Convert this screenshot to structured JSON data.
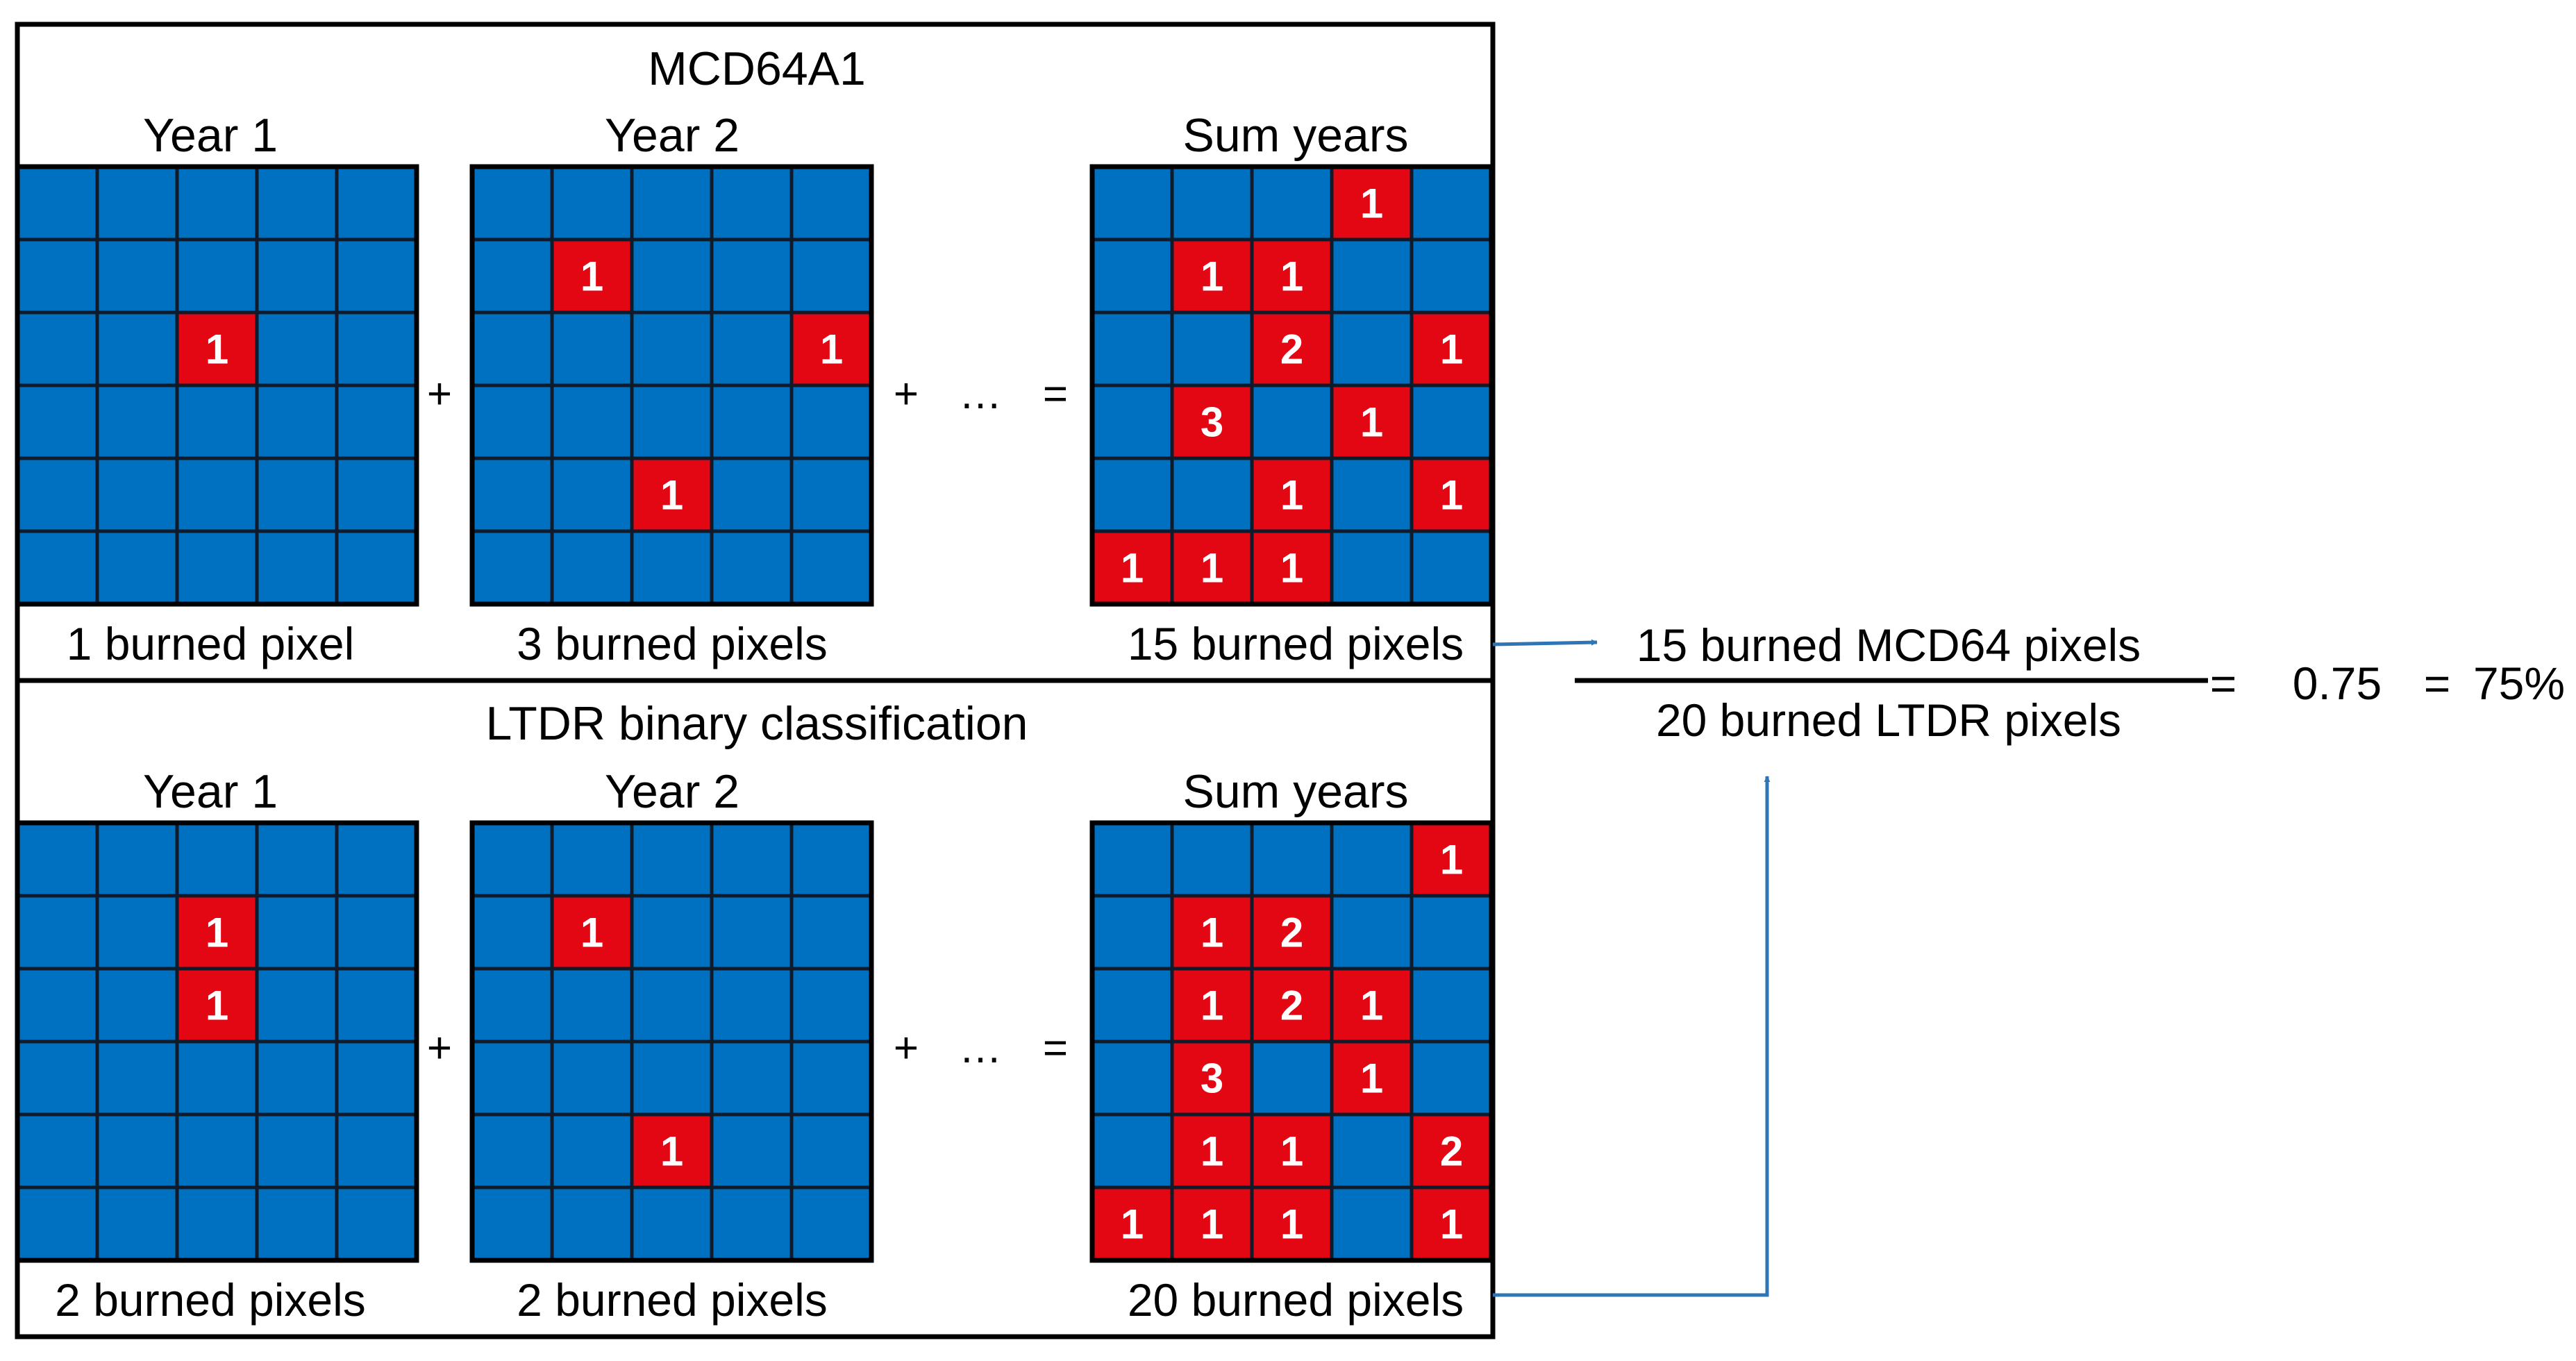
{
  "colors": {
    "blue": "#0070C0",
    "red": "#E30613",
    "grid_line": "#0F1B2A",
    "arrow": "#2E75B6",
    "text": "#000000",
    "cell_text": "#FFFFFF"
  },
  "operators": {
    "plus": "+",
    "ellipsis": "…",
    "equals": "="
  },
  "panels": [
    {
      "title": "MCD64A1",
      "grids": [
        {
          "label": "Year 1",
          "caption": "1 burned pixel",
          "cells": [
            [
              0,
              0,
              0,
              0,
              0
            ],
            [
              0,
              0,
              0,
              0,
              0
            ],
            [
              0,
              0,
              1,
              0,
              0
            ],
            [
              0,
              0,
              0,
              0,
              0
            ],
            [
              0,
              0,
              0,
              0,
              0
            ],
            [
              0,
              0,
              0,
              0,
              0
            ]
          ]
        },
        {
          "label": "Year 2",
          "caption": "3 burned pixels",
          "cells": [
            [
              0,
              0,
              0,
              0,
              0
            ],
            [
              0,
              1,
              0,
              0,
              0
            ],
            [
              0,
              0,
              0,
              0,
              1
            ],
            [
              0,
              0,
              0,
              0,
              0
            ],
            [
              0,
              0,
              1,
              0,
              0
            ],
            [
              0,
              0,
              0,
              0,
              0
            ]
          ]
        },
        {
          "label": "Sum years",
          "caption": "15 burned pixels",
          "cells": [
            [
              0,
              0,
              0,
              1,
              0
            ],
            [
              0,
              1,
              1,
              0,
              0
            ],
            [
              0,
              0,
              2,
              0,
              1
            ],
            [
              0,
              3,
              0,
              1,
              0
            ],
            [
              0,
              0,
              1,
              0,
              1
            ],
            [
              1,
              1,
              1,
              0,
              0
            ]
          ]
        }
      ]
    },
    {
      "title": "LTDR binary classification",
      "grids": [
        {
          "label": "Year 1",
          "caption": "2 burned pixels",
          "cells": [
            [
              0,
              0,
              0,
              0,
              0
            ],
            [
              0,
              0,
              1,
              0,
              0
            ],
            [
              0,
              0,
              1,
              0,
              0
            ],
            [
              0,
              0,
              0,
              0,
              0
            ],
            [
              0,
              0,
              0,
              0,
              0
            ],
            [
              0,
              0,
              0,
              0,
              0
            ]
          ]
        },
        {
          "label": "Year 2",
          "caption": "2 burned pixels",
          "cells": [
            [
              0,
              0,
              0,
              0,
              0
            ],
            [
              0,
              1,
              0,
              0,
              0
            ],
            [
              0,
              0,
              0,
              0,
              0
            ],
            [
              0,
              0,
              0,
              0,
              0
            ],
            [
              0,
              0,
              1,
              0,
              0
            ],
            [
              0,
              0,
              0,
              0,
              0
            ]
          ]
        },
        {
          "label": "Sum years",
          "caption": "20 burned pixels",
          "cells": [
            [
              0,
              0,
              0,
              0,
              1
            ],
            [
              0,
              1,
              2,
              0,
              0
            ],
            [
              0,
              1,
              2,
              1,
              0
            ],
            [
              0,
              3,
              0,
              1,
              0
            ],
            [
              0,
              1,
              1,
              0,
              2
            ],
            [
              1,
              1,
              1,
              0,
              1
            ]
          ]
        }
      ]
    }
  ],
  "fraction": {
    "numerator": "15 burned MCD64 pixels",
    "denominator": "20 burned LTDR pixels",
    "eq1": "=",
    "decimal": "0.75",
    "eq2": "=",
    "percent": "75%"
  }
}
